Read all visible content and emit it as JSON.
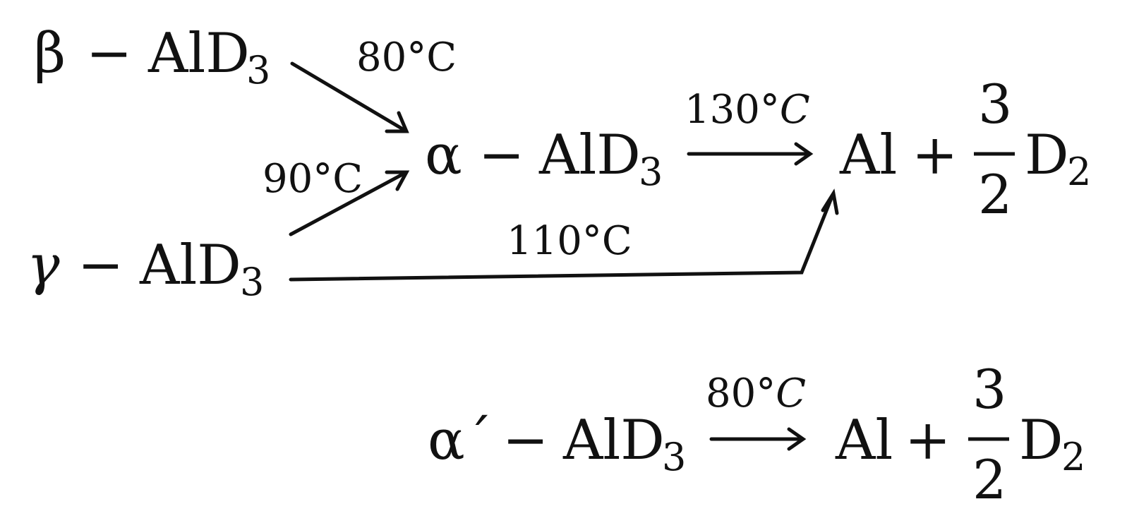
{
  "scheme": {
    "beta": {
      "greek": "β",
      "dash": "−",
      "formula": "AlD",
      "sub": "3"
    },
    "gamma": {
      "greek": "γ",
      "dash": "−",
      "formula": "AlD",
      "sub": "3"
    },
    "alpha": {
      "greek": "α",
      "dash": "−",
      "formula": "AlD",
      "sub": "3"
    },
    "product_top": {
      "al": "Al",
      "plus": "+",
      "num": "3",
      "den": "2",
      "d": "D",
      "d_sub": "2"
    },
    "temp_beta_to_alpha": "80°C",
    "temp_gamma_to_alpha": "90°C",
    "temp_alpha_to_product": "130°",
    "temp_alpha_to_product_unit": "C",
    "temp_gamma_to_product": "110°C"
  },
  "scheme2": {
    "alpha_prime": {
      "greek": "α´",
      "dash": "−",
      "formula": "AlD",
      "sub": "3"
    },
    "temp": "80°",
    "temp_unit": "C",
    "product": {
      "al": "Al",
      "plus": "+",
      "num": "3",
      "den": "2",
      "d": "D",
      "d_sub": "2"
    }
  }
}
